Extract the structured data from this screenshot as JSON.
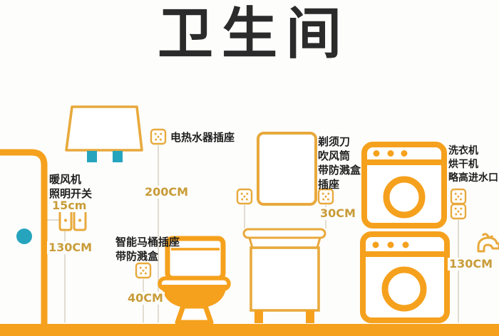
{
  "title": "卫生间",
  "colors": {
    "fixture_orange": "#F5A11D",
    "light_orange": "#E8A93C",
    "teal": "#26A4BE",
    "measure_text": "#C89C38",
    "measure_line": "#D8D2C0",
    "title_text": "#2B2B2B"
  },
  "icons": {
    "socket": "socket-icon (5-hole wall outlet)",
    "switch": "light-switch-icon",
    "faucet": "faucet-icon",
    "door_knob": "door-knob-dot"
  },
  "sections": {
    "door": {
      "label_lines": [
        "暖风机",
        "照明开关"
      ],
      "switch_height": "15cm",
      "outlet_height": "130CM"
    },
    "water_heater": {
      "label": "电热水器插座",
      "height": "200CM"
    },
    "toilet": {
      "label_lines": [
        "智能马桶插座",
        "带防溅盒"
      ],
      "height": "40CM"
    },
    "vanity": {
      "label_lines": [
        "剃须刀",
        "吹风筒",
        "带防溅盒",
        "插座"
      ],
      "height": "30CM"
    },
    "laundry": {
      "label_lines": [
        "洗衣机",
        "烘干机",
        "略高进水口"
      ],
      "height": "130CM"
    }
  }
}
